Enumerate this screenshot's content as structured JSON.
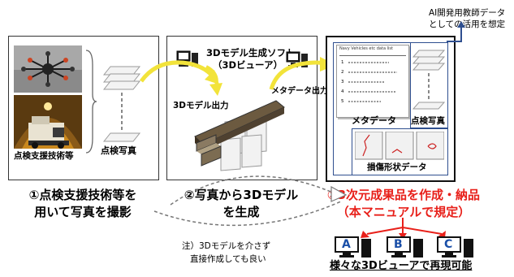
{
  "labels": {
    "inspection_tech": "点検支援技術等",
    "inspection_photos_1": "点検写真",
    "software_line1": "3Dモデル生成ソフト",
    "software_line2": "（3Dビューア）",
    "model_output": "3Dモデル出力",
    "metadata_output": "メタデータ出力",
    "metadata": "メタデータ",
    "inspection_photos_2": "点検写真",
    "damage_data": "損傷形状データ",
    "ai_line1": "AI開発用教師データ",
    "ai_line2": "としての活用を想定",
    "note_line1": "注）3Dモデルを介さず",
    "note_line2": "直接作成しても良い",
    "viewer_a": "A",
    "viewer_b": "B",
    "viewer_c": "C",
    "viewers_caption": "様々な3Dビューアで再現可能"
  },
  "steps": {
    "step1_line1": "①点検支援技術等を",
    "step1_line2": "用いて写真を撮影",
    "step2_line1": "②写真から3Dモデル",
    "step2_line2": "を生成",
    "step3_line1": "③3次元成果品を作成・納品",
    "step3_line2": "（本マニュアルで規定）"
  },
  "metadata_doc_header": "Navy Vehicles etc data list",
  "metadata_rows": [
    "1",
    "2",
    "3",
    "4",
    "5"
  ],
  "colors": {
    "accent_red": "#e8201a",
    "arrow_yellow": "#f2e33a",
    "frame_blue": "#2f4f8f",
    "viewer_blue": "#1a4fa8"
  }
}
